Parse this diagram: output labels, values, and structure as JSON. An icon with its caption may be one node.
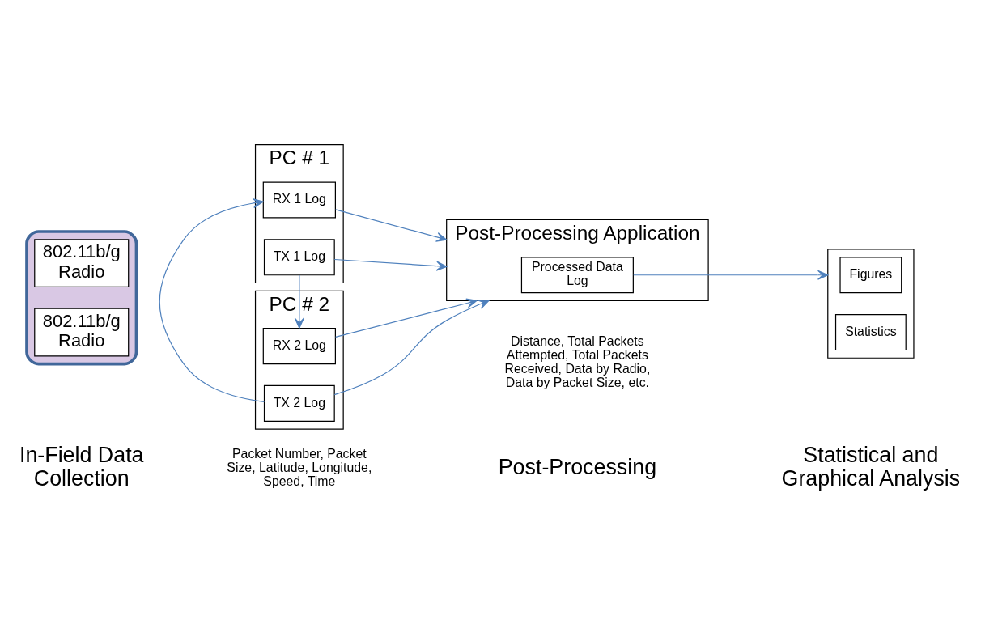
{
  "diagram": {
    "nodes": [
      {
        "text": [],
        "shape": "box"
      },
      {
        "text": [
          "802.11b/g Radio"
        ],
        "in": 0
      },
      {
        "text": [
          "802.11b/g Radio"
        ],
        "in": 0
      },
      {
        "text": [
          "PC # 1"
        ]
      },
      {
        "text": [
          "RX 1 Log"
        ],
        "in": 3
      },
      {
        "text": [
          "TX 1 Log"
        ],
        "in": 3
      },
      {
        "text": [
          "PC # 2"
        ]
      },
      {
        "text": [
          "RX 2 Log"
        ],
        "in": 6
      },
      {
        "text": [
          "TX 2 Log"
        ],
        "in": 6
      },
      {
        "text": [
          "Post-Processing Application"
        ]
      },
      {
        "text": [
          "Processed Data Log"
        ],
        "in": 9
      },
      {
        "text": [],
        "shape": "box"
      },
      {
        "text": [
          "Figures"
        ],
        "in": 11
      },
      {
        "text": [
          "Statistics"
        ],
        "in": 11
      }
    ],
    "edges": [
      {
        "from": 8,
        "to": 4,
        "arrow": "to"
      },
      {
        "from": 5,
        "to": 7,
        "arrow": "to"
      },
      {
        "from": 4,
        "to": 9,
        "arrow": "to"
      },
      {
        "from": 5,
        "to": 9,
        "arrow": "to"
      },
      {
        "from": 7,
        "to": 9,
        "arrow": "to"
      },
      {
        "from": 8,
        "to": 9,
        "arrow": "to"
      },
      {
        "from": 10,
        "to": 11,
        "arrow": "to"
      }
    ],
    "labels": [
      "In-Field Data Collection",
      "Post-Processing",
      "Statistical and Graphical Analysis",
      "Packet Number, Packet Size, Latitude, Longitude, Speed, Time",
      "Distance, Total Packets Attempted, Total Packets Received, Data by Radio, Data by Packet Size, etc."
    ]
  }
}
